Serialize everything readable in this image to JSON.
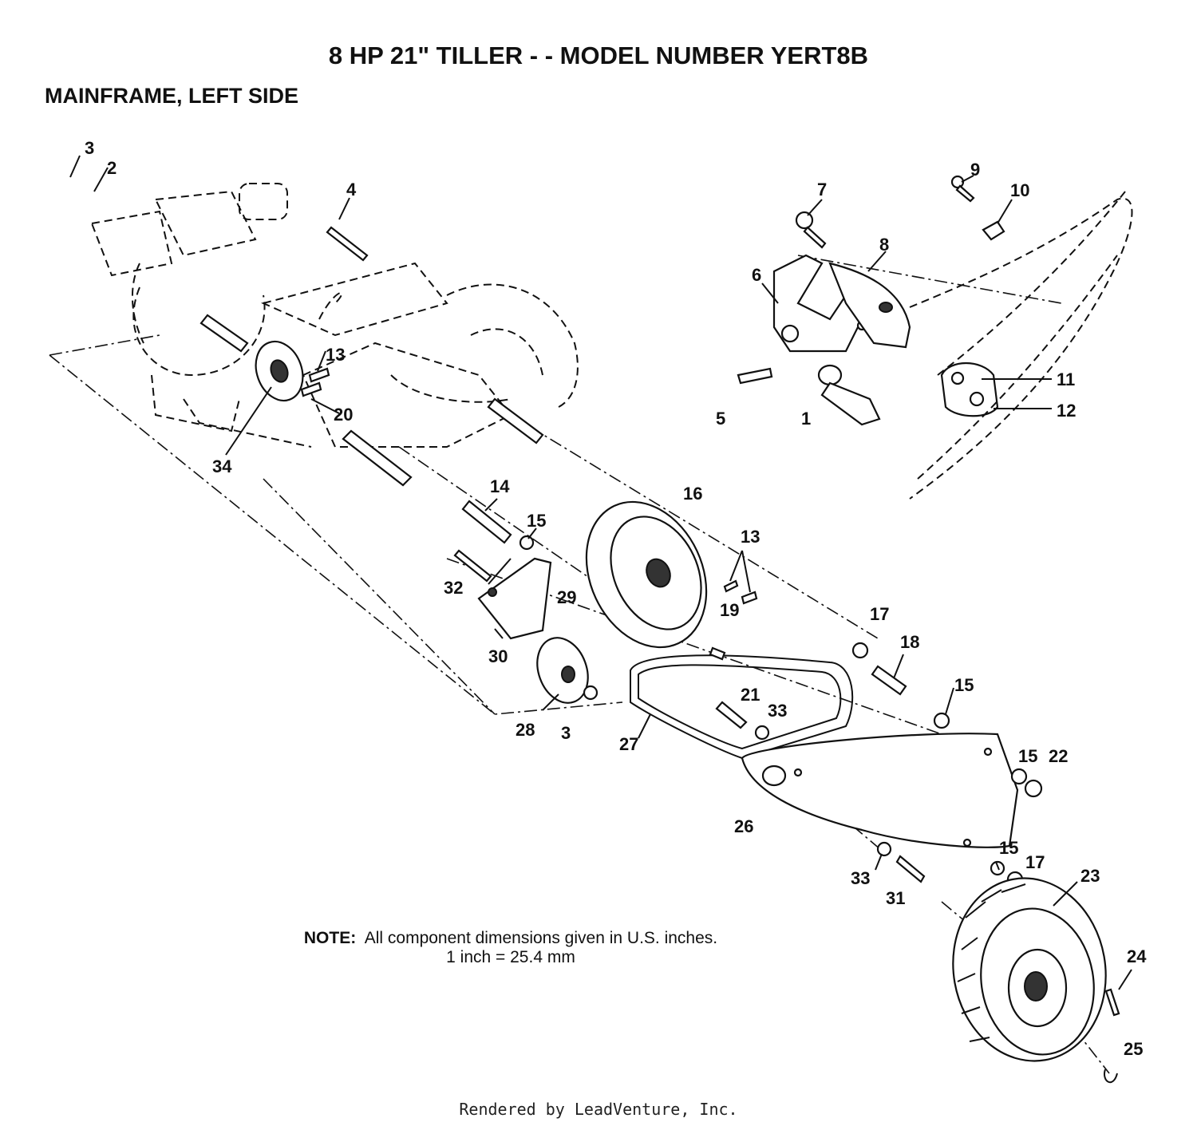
{
  "title": "8 HP 21\" TILLER - - MODEL NUMBER YERT8B",
  "subtitle": "MAINFRAME, LEFT SIDE",
  "note": {
    "label": "NOTE:",
    "line1": "All component dimensions given in U.S. inches.",
    "line2": "1 inch = 25.4 mm"
  },
  "footer": "Rendered by LeadVenture, Inc.",
  "callouts": [
    "3",
    "2",
    "4",
    "7",
    "9",
    "10",
    "8",
    "6",
    "13",
    "11",
    "12",
    "5",
    "1",
    "20",
    "34",
    "14",
    "15",
    "16",
    "13",
    "32",
    "29",
    "19",
    "30",
    "17",
    "18",
    "28",
    "3",
    "21",
    "33",
    "15",
    "27",
    "15",
    "22",
    "26",
    "15",
    "17",
    "33",
    "31",
    "23",
    "24",
    "25"
  ],
  "colors": {
    "ink": "#111111",
    "background": "#ffffff"
  }
}
